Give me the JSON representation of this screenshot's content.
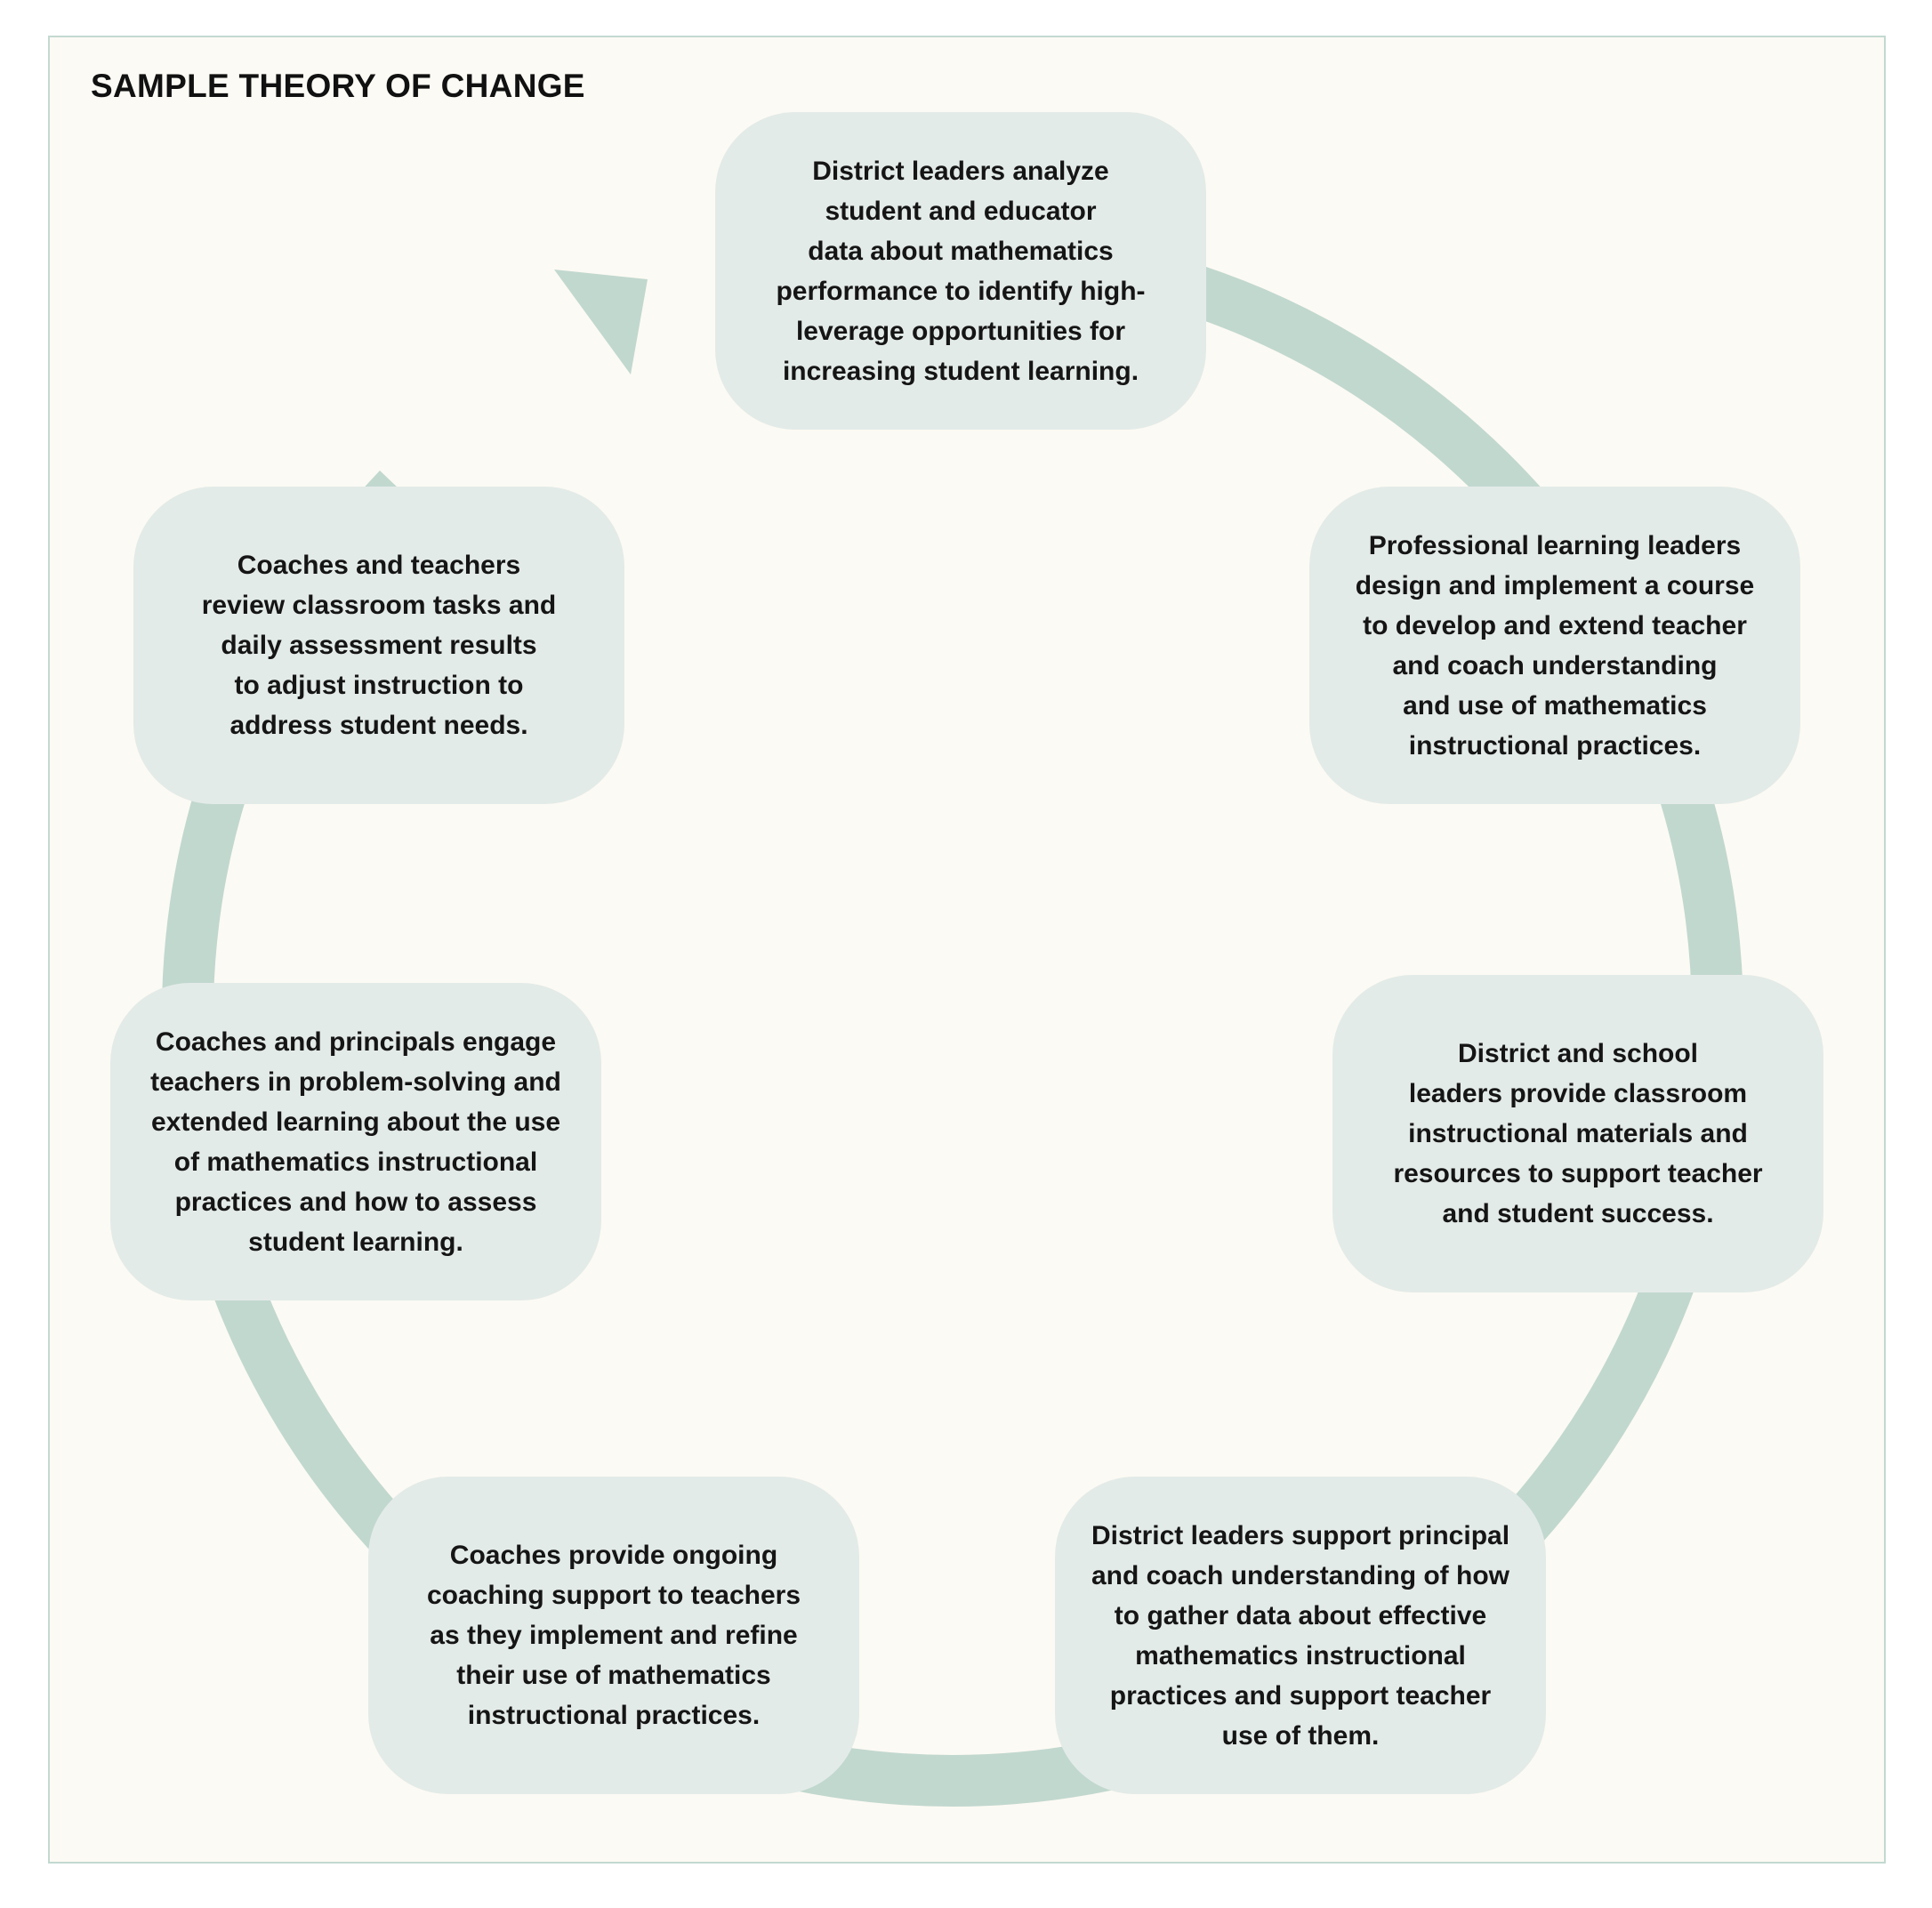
{
  "title": "SAMPLE THEORY OF CHANGE",
  "colors": {
    "background": "#fcfaf4",
    "border": "#c3d9d1",
    "arrow": "#c1d8cf",
    "box": "#e3ebe8",
    "text": "#151515"
  },
  "steps": [
    {
      "text": "District leaders analyze\nstudent and educator\ndata about mathematics\nperformance to identify high-\nleverage opportunities for\nincreasing student learning."
    },
    {
      "text": "Professional learning leaders\ndesign and implement a course\nto develop and extend teacher\nand coach understanding\nand use of mathematics\ninstructional practices."
    },
    {
      "text": "District and school\nleaders provide classroom\ninstructional materials and\nresources to support teacher\nand student success."
    },
    {
      "text": "District leaders support principal\nand coach understanding of how\nto gather data about effective\nmathematics instructional\npractices and support teacher\nuse of them."
    },
    {
      "text": "Coaches provide ongoing\ncoaching support to teachers\nas they implement and refine\ntheir use of mathematics\ninstructional practices."
    },
    {
      "text": "Coaches and principals engage\nteachers in problem-solving and\nextended learning about the use\nof mathematics instructional\npractices and how to assess\nstudent learning."
    },
    {
      "text": "Coaches and teachers\nreview classroom tasks and\ndaily assessment results\nto adjust instruction to\naddress student needs."
    }
  ]
}
